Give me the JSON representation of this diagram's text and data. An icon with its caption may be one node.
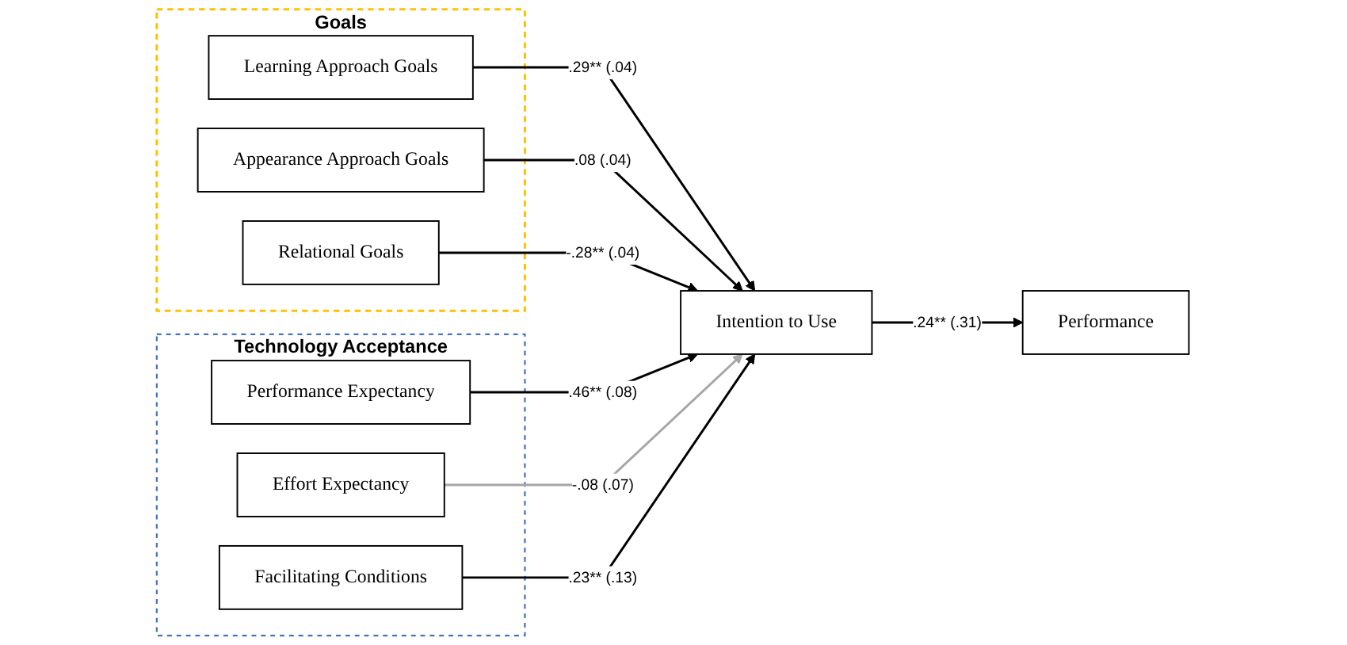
{
  "diagram": {
    "nodes": [
      {
        "text": [
          "Goals"
        ]
      },
      {
        "text": [
          "Learning Approach Goals"
        ],
        "in": 0
      },
      {
        "text": [
          "Appearance Approach Goals"
        ],
        "in": 0
      },
      {
        "text": [
          "Relational Goals"
        ],
        "in": 0
      },
      {
        "text": [
          "Technology Acceptance"
        ]
      },
      {
        "text": [
          "Performance Expectancy"
        ],
        "in": 4
      },
      {
        "text": [
          "Effort Expectancy"
        ],
        "in": 4
      },
      {
        "text": [
          "Facilitating Conditions"
        ],
        "in": 4
      },
      {
        "text": [
          "Intention to Use"
        ]
      },
      {
        "text": [
          "Performance"
        ]
      }
    ],
    "edges": [
      {
        "from": 1,
        "to": 8,
        "arrow": "to",
        "label": ".29** (.04)"
      },
      {
        "from": 2,
        "to": 8,
        "arrow": "to",
        "label": ".08 (.04)"
      },
      {
        "from": 3,
        "to": 8,
        "arrow": "to",
        "label": "-.28** (.04)"
      },
      {
        "from": 5,
        "to": 8,
        "arrow": "to",
        "label": ".46** (.08)"
      },
      {
        "from": 6,
        "to": 8,
        "arrow": "to",
        "label": "-.08 (.07)",
        "color": "#a6a6a6"
      },
      {
        "from": 7,
        "to": 8,
        "arrow": "to",
        "label": ".23** (.13)"
      },
      {
        "from": 8,
        "to": 9,
        "arrow": "to",
        "label": ".24** (.31)"
      }
    ]
  }
}
